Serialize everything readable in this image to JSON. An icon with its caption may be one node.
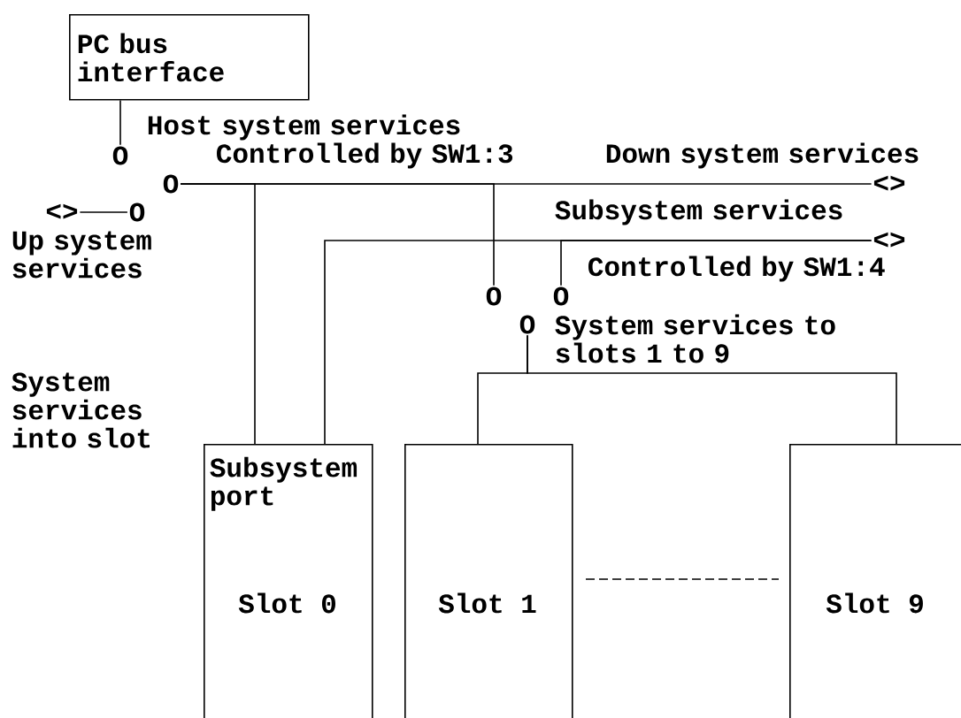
{
  "diagram": {
    "nodes": [
      {
        "text": [
          "PC bus interface"
        ]
      },
      {
        "text": [
          "O"
        ]
      },
      {
        "text": [
          "O"
        ]
      },
      {
        "text": [
          "<>"
        ]
      },
      {
        "text": [
          "<>"
        ]
      },
      {
        "text": [
          "O"
        ]
      },
      {
        "text": [
          "<>"
        ]
      },
      {
        "text": [
          "O"
        ]
      },
      {
        "text": [
          "O"
        ]
      },
      {
        "text": [
          "O"
        ]
      },
      {
        "text": [
          "Subsystem port",
          "Slot 0"
        ]
      },
      {
        "text": [
          "Slot 1"
        ]
      },
      {
        "text": [
          "Slot 9"
        ]
      }
    ],
    "edges": [
      {
        "from": 0,
        "to": 1,
        "arrow": "none"
      },
      {
        "from": 2,
        "to": 3,
        "arrow": "none"
      },
      {
        "from": 2,
        "to": 10,
        "arrow": "none"
      },
      {
        "from": 2,
        "to": 7,
        "arrow": "none"
      },
      {
        "from": 4,
        "to": 5,
        "arrow": "none"
      },
      {
        "from": 10,
        "to": 6,
        "arrow": "none"
      },
      {
        "from": 8,
        "to": 6,
        "arrow": "none"
      },
      {
        "from": 9,
        "to": 11,
        "arrow": "none"
      },
      {
        "from": 9,
        "to": 12,
        "arrow": "none"
      }
    ],
    "labels": [
      "Host system services",
      "Controlled by SW1:3",
      "Down system services",
      "Up system services",
      "Subsystem services",
      "Controlled by SW1:4",
      "System services to slots 1 to 9",
      "System services into slot"
    ]
  }
}
